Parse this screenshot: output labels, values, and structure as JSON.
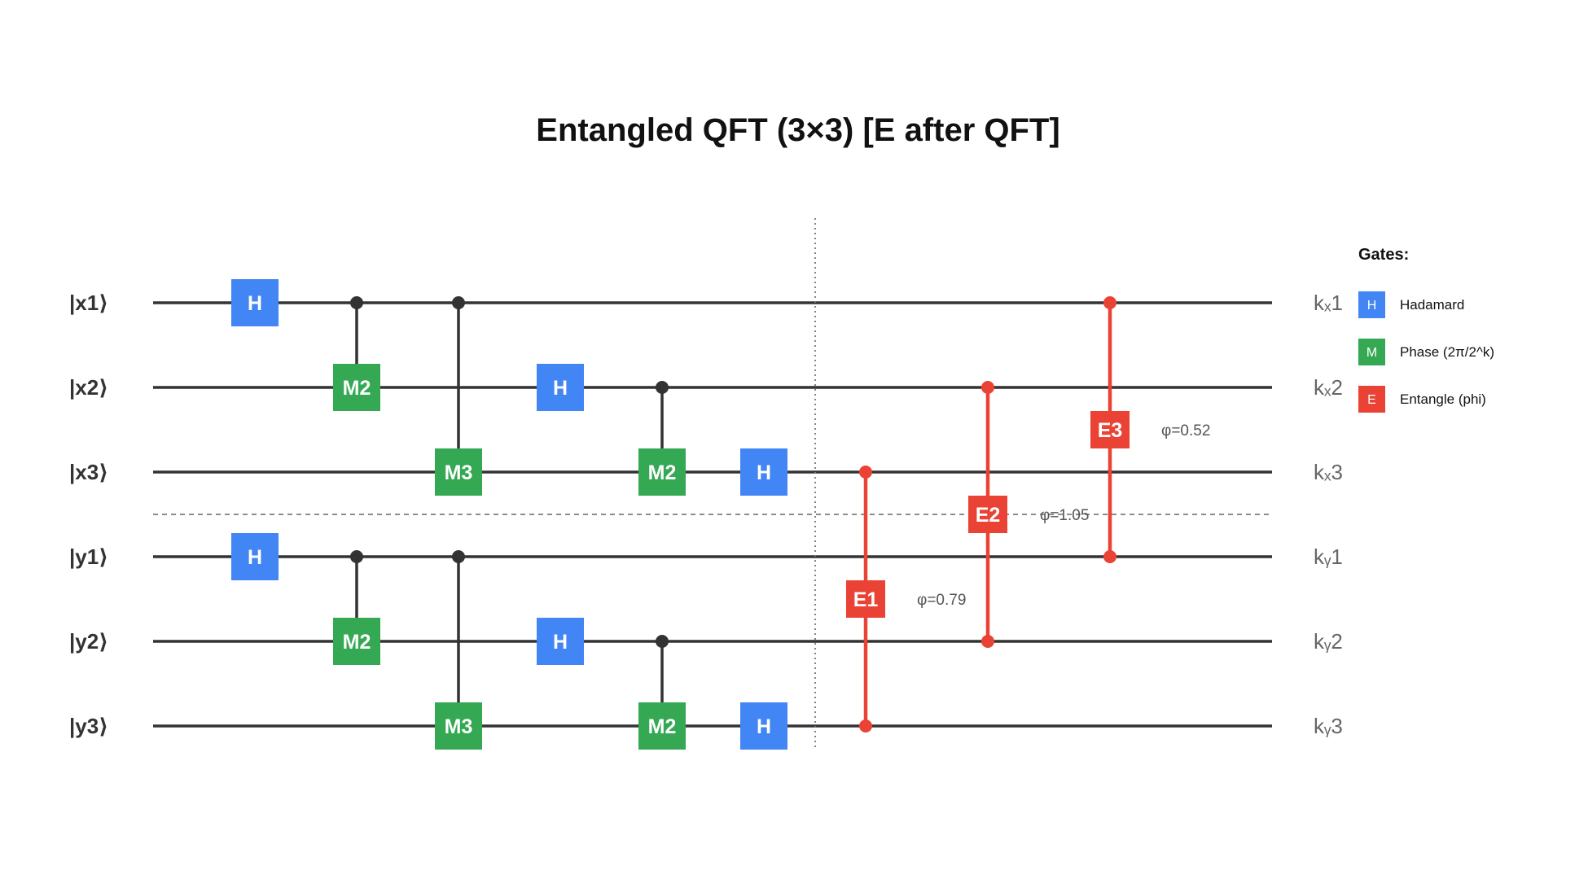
{
  "title": "Entangled QFT (3×3) [E after QFT]",
  "colors": {
    "hadamard": "#4285f4",
    "phase": "#34a853",
    "entangle": "#ea4335",
    "wire": "#333333"
  },
  "qubits": [
    {
      "input": "|x1⟩",
      "output": "kₓ1"
    },
    {
      "input": "|x2⟩",
      "output": "kₓ2"
    },
    {
      "input": "|x3⟩",
      "output": "kₓ3"
    },
    {
      "input": "|y1⟩",
      "output": "kᵧ1"
    },
    {
      "input": "|y2⟩",
      "output": "kᵧ2"
    },
    {
      "input": "|y3⟩",
      "output": "kᵧ3"
    }
  ],
  "gates": [
    {
      "type": "H",
      "label": "H",
      "target": 0,
      "step": 0
    },
    {
      "type": "H",
      "label": "H",
      "target": 3,
      "step": 0
    },
    {
      "type": "M",
      "label": "M2",
      "target": 1,
      "control": 0,
      "step": 1
    },
    {
      "type": "M",
      "label": "M2",
      "target": 4,
      "control": 3,
      "step": 1
    },
    {
      "type": "M",
      "label": "M3",
      "target": 2,
      "control": 0,
      "step": 2
    },
    {
      "type": "M",
      "label": "M3",
      "target": 5,
      "control": 3,
      "step": 2
    },
    {
      "type": "H",
      "label": "H",
      "target": 1,
      "step": 3
    },
    {
      "type": "H",
      "label": "H",
      "target": 4,
      "step": 3
    },
    {
      "type": "M",
      "label": "M2",
      "target": 2,
      "control": 1,
      "step": 4
    },
    {
      "type": "M",
      "label": "M2",
      "target": 5,
      "control": 4,
      "step": 4
    },
    {
      "type": "H",
      "label": "H",
      "target": 2,
      "step": 5
    },
    {
      "type": "H",
      "label": "H",
      "target": 5,
      "step": 5
    }
  ],
  "entangle_gates": [
    {
      "label": "E1",
      "qubits": [
        2,
        5
      ],
      "phi": "φ=0.79"
    },
    {
      "label": "E2",
      "qubits": [
        1,
        4
      ],
      "phi": "φ=1.05"
    },
    {
      "label": "E3",
      "qubits": [
        0,
        3
      ],
      "phi": "φ=0.52"
    }
  ],
  "legend": {
    "title": "Gates:",
    "items": [
      {
        "symbol": "H",
        "label": "Hadamard",
        "type": "H"
      },
      {
        "symbol": "M",
        "label": "Phase (2π/2^k)",
        "type": "M"
      },
      {
        "symbol": "E",
        "label": "Entangle (phi)",
        "type": "E"
      }
    ]
  }
}
